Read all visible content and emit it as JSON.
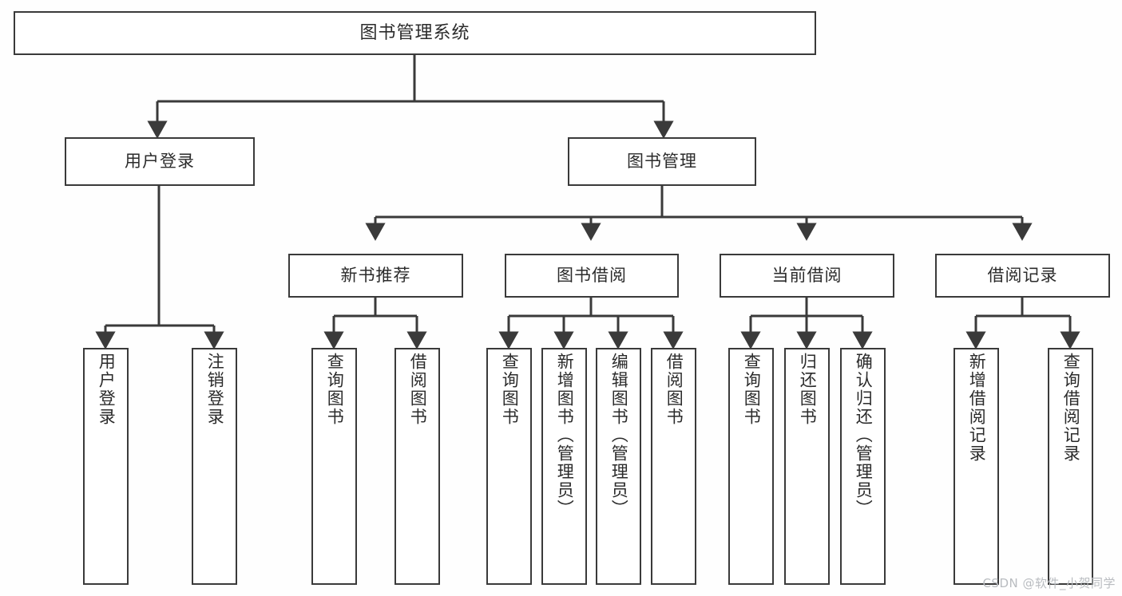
{
  "diagram": {
    "title": "图书管理系统",
    "type": "tree",
    "root": {
      "label": "图书管理系统"
    },
    "level1": [
      {
        "label": "用户登录"
      },
      {
        "label": "图书管理"
      }
    ],
    "level2": [
      {
        "label": "新书推荐"
      },
      {
        "label": "图书借阅"
      },
      {
        "label": "当前借阅"
      },
      {
        "label": "借阅记录"
      }
    ],
    "leaves": {
      "user_login": [
        {
          "label": "用户登录"
        },
        {
          "label": "注销登录"
        }
      ],
      "new_book_recommend": [
        {
          "label": "查询图书"
        },
        {
          "label": "借阅图书"
        }
      ],
      "book_borrow": [
        {
          "label": "查询图书"
        },
        {
          "label": "新增图书（管理员）"
        },
        {
          "label": "编辑图书（管理员）"
        },
        {
          "label": "借阅图书"
        }
      ],
      "current_borrow": [
        {
          "label": "查询图书"
        },
        {
          "label": "归还图书"
        },
        {
          "label": "确认归还（管理员）"
        }
      ],
      "borrow_record": [
        {
          "label": "新增借阅记录"
        },
        {
          "label": "查询借阅记录"
        }
      ]
    }
  },
  "watermark": {
    "text": "CSDN @软件_小贺同学"
  },
  "colors": {
    "border": "#3a3a3a",
    "text": "#2b2b2b",
    "background": "#fefefe",
    "watermark": "#b9bcc0"
  }
}
